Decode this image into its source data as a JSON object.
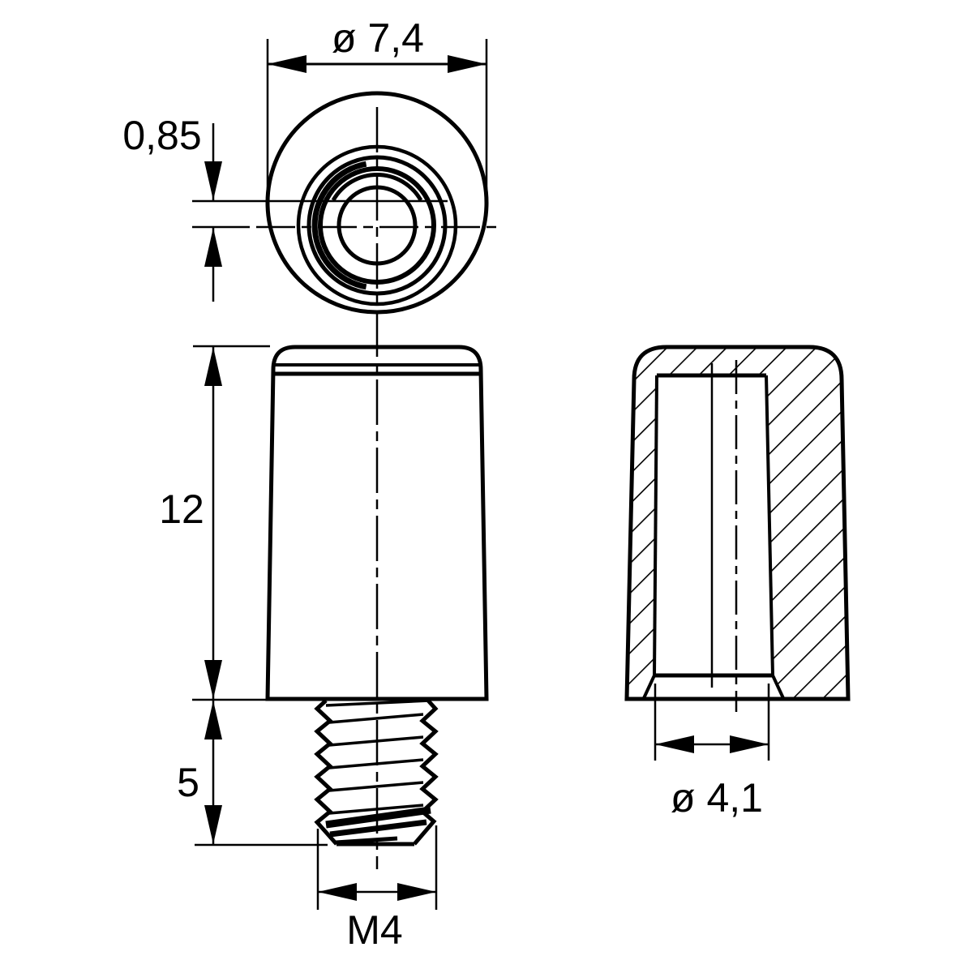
{
  "page": {
    "background_color": "#ffffff",
    "line_color": "#000000"
  },
  "drawing": {
    "type": "technical-dimension-drawing",
    "views": {
      "top_view": "top view with eccentric threaded bore",
      "front_view": "tapered cap body with M4 threaded stud",
      "section_view": "hatched cross-section with blind bore"
    },
    "labels": {
      "top_diameter": "ø 7,4",
      "center_offset": "0,85",
      "body_height": "12",
      "thread_length": "5",
      "thread_size": "M4",
      "bore_diameter": "ø 4,1"
    }
  }
}
